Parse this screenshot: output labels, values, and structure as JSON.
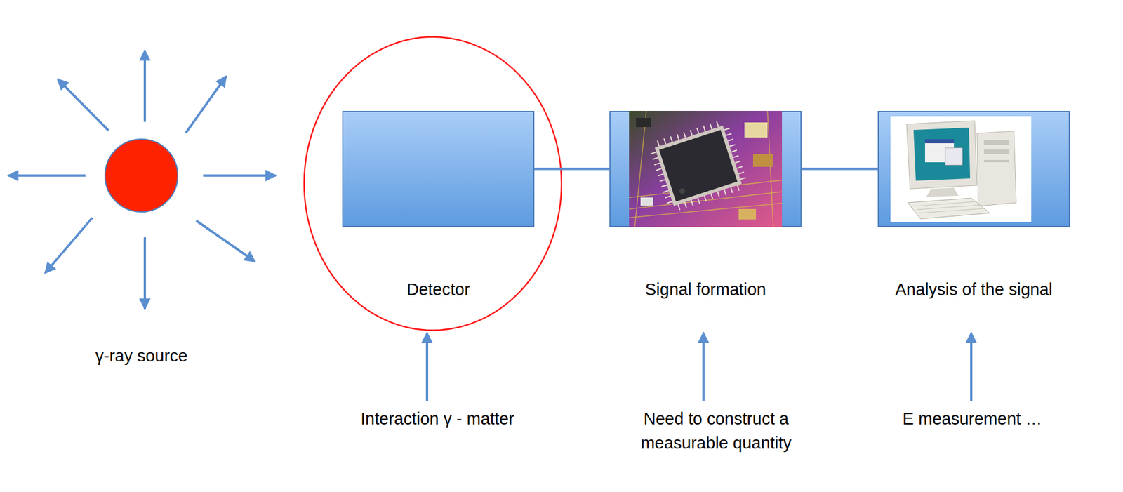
{
  "diagram": {
    "nodes": [
      {
        "text": [
          "γ-ray source"
        ]
      },
      {
        "text": [
          "Detector"
        ]
      },
      {
        "text": [
          "Signal formation"
        ]
      },
      {
        "text": [
          "Analysis of the signal"
        ]
      }
    ],
    "edges": [
      {
        "from": 1,
        "to": 2,
        "arrow": "none"
      },
      {
        "from": 2,
        "to": 3,
        "arrow": "none"
      }
    ],
    "labels": [
      "Interaction γ - matter",
      "Need to construct a measurable quantity",
      "E measurement …"
    ]
  }
}
